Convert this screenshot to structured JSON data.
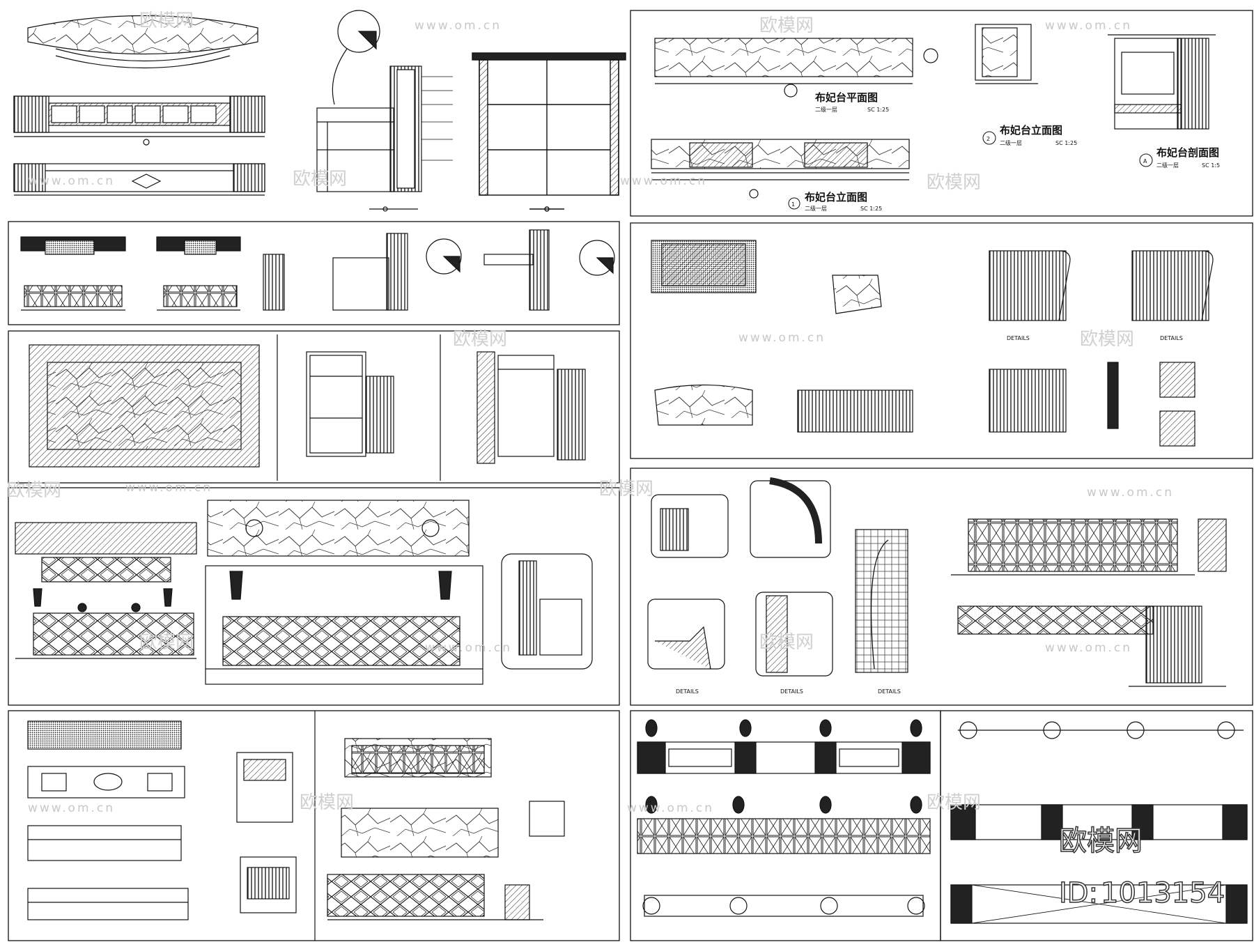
{
  "sheets": {
    "plan_title": "布妃台平面图",
    "plan_sub": "二级一层",
    "plan_scale": "SC 1:25",
    "elev1_num": "1",
    "elev1_title": "布妃台立面图",
    "elev1_sub": "二级一层",
    "elev1_scale": "SC 1:25",
    "elev2_num": "2",
    "elev2_title": "布妃台立面图",
    "elev2_sub": "二级一层",
    "elev2_scale": "SC 1:25",
    "sectA_num": "A",
    "sectA_title": "布妃台剖面图",
    "sectA_sub": "二级一层",
    "sectA_scale": "SC 1:5",
    "detail_label": "DETAILS"
  },
  "watermark": {
    "url": "www.om.cn",
    "brand": "欧模网",
    "id_prefix": "ID:",
    "id_number": "1013154"
  },
  "colors": {
    "line": "#111111",
    "hatch": "#222222",
    "watermark": "#cccccc",
    "background": "#ffffff"
  }
}
